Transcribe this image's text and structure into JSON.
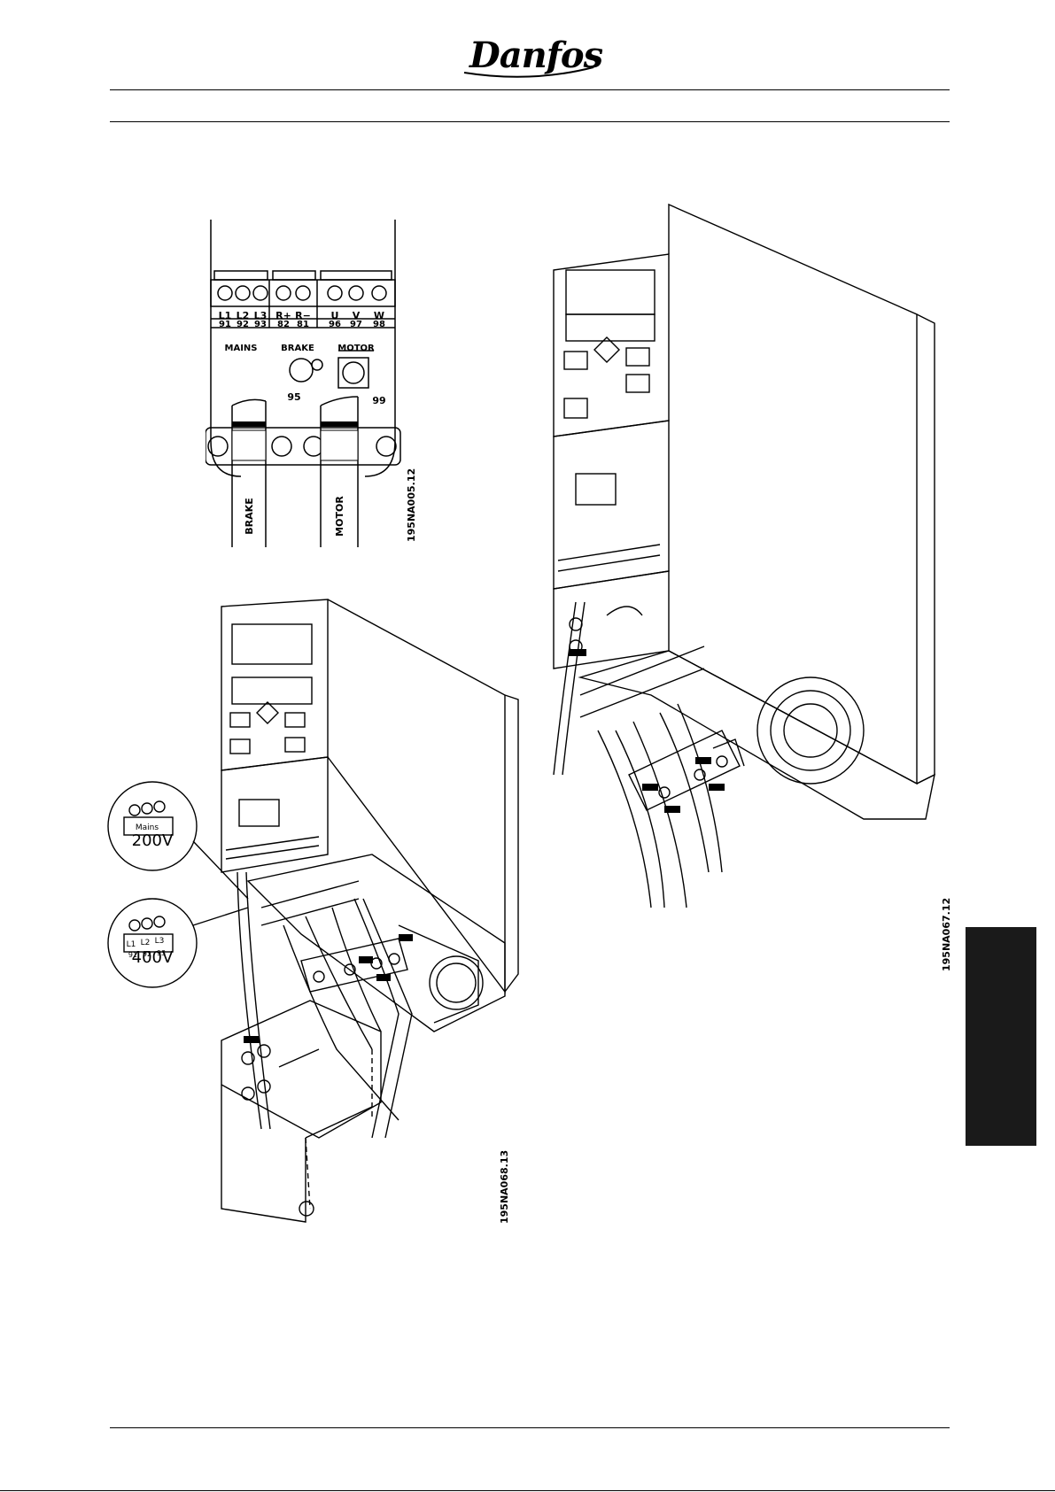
{
  "brand": {
    "logo_text": "Danfoss"
  },
  "terminal_diagram": {
    "groups": [
      {
        "name": "MAINS",
        "terminals": [
          {
            "label": "L1",
            "num": "91"
          },
          {
            "label": "L2",
            "num": "92"
          },
          {
            "label": "L3",
            "num": "93"
          }
        ]
      },
      {
        "name": "BRAKE",
        "terminals": [
          {
            "label": "R+",
            "num": "82"
          },
          {
            "label": "R−",
            "num": "81"
          }
        ]
      },
      {
        "name": "MOTOR",
        "terminals": [
          {
            "label": "U",
            "num": "96"
          },
          {
            "label": "V",
            "num": "97"
          },
          {
            "label": "W",
            "num": "98"
          }
        ]
      }
    ],
    "earth_brake_num": "95",
    "earth_motor_num": "99",
    "cable_brake": "BRAKE",
    "cable_motor": "MOTOR",
    "figure_code": "195NA005.12"
  },
  "left_unit": {
    "callout_200v": "200V",
    "callout_400v": "400V",
    "callout_mains": "Mains",
    "callout_l1": "L1",
    "callout_l2": "L2",
    "callout_l3": "L3",
    "callout_91": "91",
    "callout_92": "92",
    "callout_93": "93",
    "figure_code": "195NA068.13"
  },
  "right_unit": {
    "figure_code": "195NA067.12"
  },
  "colors": {
    "ink": "#000000",
    "tab": "#1a1a1a"
  }
}
